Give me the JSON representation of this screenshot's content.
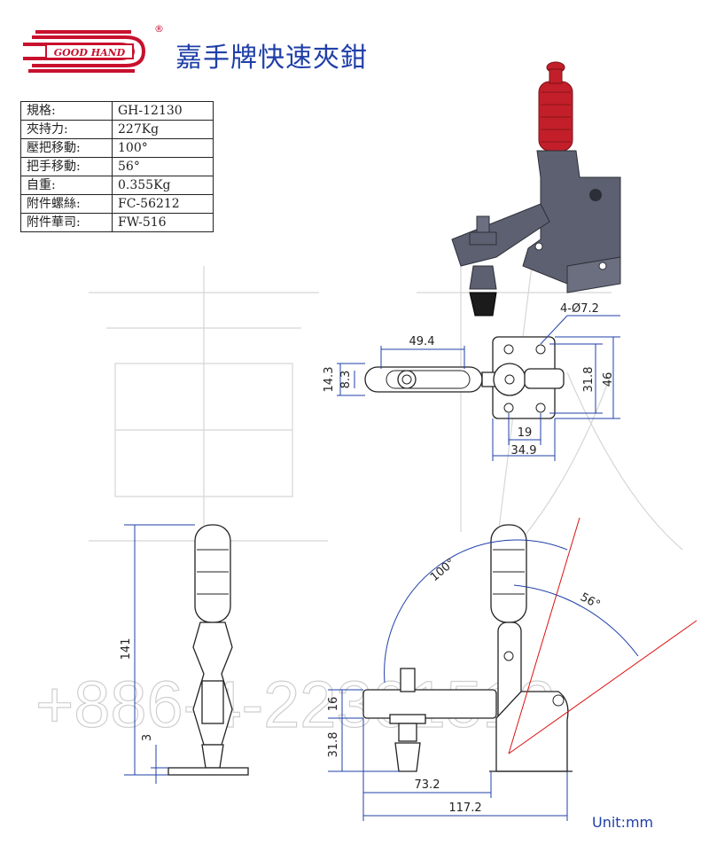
{
  "brand": {
    "logo_text": "GOOD HAND",
    "registered_mark": "®"
  },
  "title": "嘉手牌快速夾鉗",
  "specs": [
    {
      "label": "規格:",
      "value": "GH-12130"
    },
    {
      "label": "夾持力:",
      "value": "227Kg"
    },
    {
      "label": "壓把移動:",
      "value": "100°"
    },
    {
      "label": "把手移動:",
      "value": "56°"
    },
    {
      "label": "自重:",
      "value": "0.355Kg"
    },
    {
      "label": "附件螺絲:",
      "value": "FC-56212"
    },
    {
      "label": "附件華司:",
      "value": "FW-516"
    }
  ],
  "dimensions": {
    "hole_spec": "4-Ø7.2",
    "top_length": "49.4",
    "top_width_outer": "14.3",
    "top_width_inner": "8.3",
    "base_height_inner": "31.8",
    "base_height_outer": "46",
    "hole_spacing": "19",
    "base_width": "34.9",
    "total_height": "141",
    "base_thickness": "3",
    "angle_handle": "100°",
    "angle_lever": "56°",
    "bar_height": "16",
    "spindle_height": "31.8",
    "reach": "73.2",
    "total_length": "117.2"
  },
  "watermark": {
    "characters": "勤耕",
    "phone": "+886-4-22301518"
  },
  "unit_label": "Unit:mm",
  "colors": {
    "accent": "#1f3fa8",
    "logo_red": "#c8102e",
    "handle_red": "#c21f2a",
    "body_gray": "#5d6070"
  }
}
